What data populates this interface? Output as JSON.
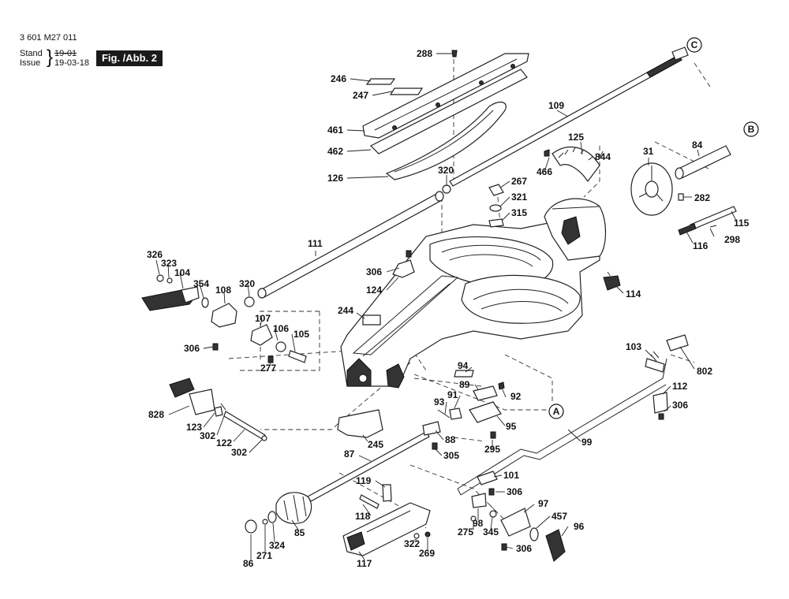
{
  "header": {
    "part_number": "3 601 M27 011",
    "stand_label": "Stand",
    "issue_label": "Issue",
    "stand_value": "19-01",
    "issue_value": "19-03-18",
    "figure": "Fig. /Abb. 2"
  },
  "callouts": {
    "a": "A",
    "b": "B",
    "c": "C"
  },
  "labels": {
    "l288": "288",
    "l246": "246",
    "l247": "247",
    "l461": "461",
    "l462": "462",
    "l126": "126",
    "l109": "109",
    "l125": "125",
    "l466": "466",
    "l844": "844",
    "l31": "31",
    "l84": "84",
    "l282": "282",
    "l115": "115",
    "l298": "298",
    "l116": "116",
    "l320a": "320",
    "l267": "267",
    "l321": "321",
    "l315": "315",
    "l111": "111",
    "l326": "326",
    "l323": "323",
    "l104": "104",
    "l354": "354",
    "l108": "108",
    "l320b": "320",
    "l306a": "306",
    "l124": "124",
    "l114": "114",
    "l244": "244",
    "l107": "107",
    "l106": "106",
    "l105": "105",
    "l306b": "306",
    "l277": "277",
    "l103": "103",
    "l802": "802",
    "l94": "94",
    "l89": "89",
    "l91": "91",
    "l92": "92",
    "l112": "112",
    "l93": "93",
    "l306c": "306",
    "l828": "828",
    "l123": "123",
    "l302a": "302",
    "l122": "122",
    "l302b": "302",
    "l88": "88",
    "l95": "95",
    "l245": "245",
    "l87": "87",
    "l305": "305",
    "l295": "295",
    "l99": "99",
    "l101": "101",
    "l119": "119",
    "l306d": "306",
    "l97": "97",
    "l118": "118",
    "l98": "98",
    "l457": "457",
    "l275": "275",
    "l345": "345",
    "l96": "96",
    "l85": "85",
    "l324": "324",
    "l322": "322",
    "l271": "271",
    "l269": "269",
    "l306e": "306",
    "l86": "86",
    "l117": "117"
  }
}
